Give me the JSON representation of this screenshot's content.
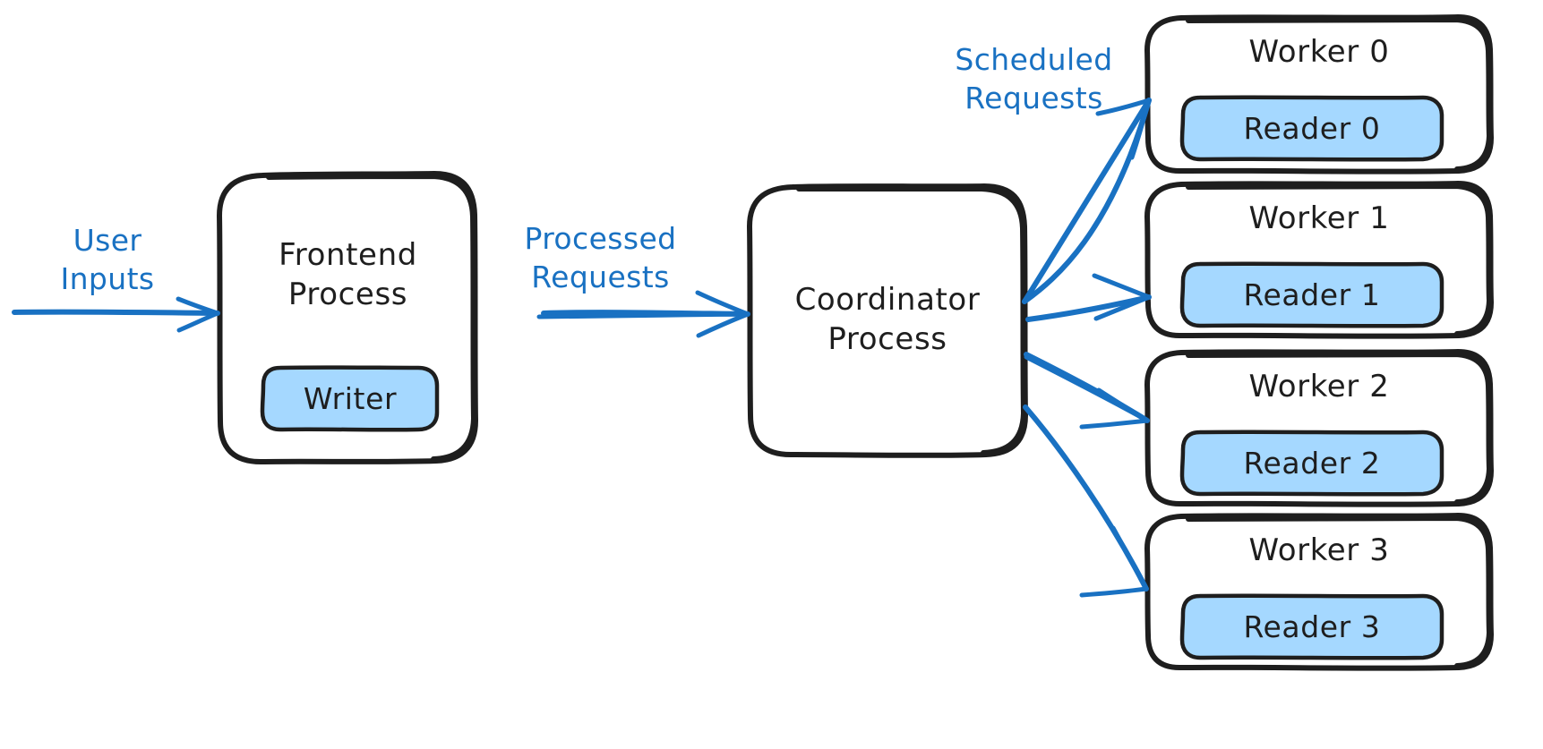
{
  "diagram": {
    "title": "Frontend / Coordinator / Worker process architecture",
    "style": "hand-drawn",
    "background": "#ffffff",
    "colors": {
      "stroke": "#1e1e1e",
      "accent": "#1971c2",
      "chip_fill": "#a5d8ff",
      "node_fill": "#ffffff"
    }
  },
  "nodes": {
    "frontend": {
      "label": "Frontend\nProcess",
      "chip": "Writer"
    },
    "coordinator": {
      "label": "Coordinator\nProcess"
    },
    "workers": [
      {
        "label": "Worker 0",
        "chip": "Reader 0"
      },
      {
        "label": "Worker 1",
        "chip": "Reader 1"
      },
      {
        "label": "Worker 2",
        "chip": "Reader 2"
      },
      {
        "label": "Worker 3",
        "chip": "Reader 3"
      }
    ]
  },
  "edges": {
    "user_inputs": {
      "label": "User\nInputs"
    },
    "processed_requests": {
      "label": "Processed\nRequests"
    },
    "scheduled_requests": {
      "label": "Scheduled\nRequests"
    }
  }
}
